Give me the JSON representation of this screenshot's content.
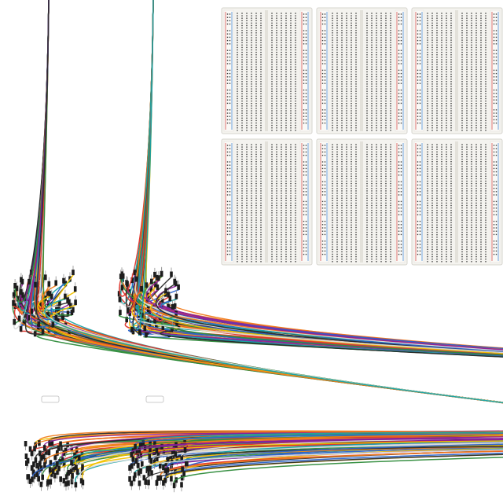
{
  "scene": {
    "background": "#ffffff",
    "breadboards": {
      "count": 6,
      "columns": 3,
      "rows": 2,
      "body_color": "#f4f3ef",
      "hole_color": "#3b3b3b",
      "rail_red": "#d9534f",
      "rail_blue": "#4a8fd8"
    },
    "jumper_wire_bundles": {
      "count": 2,
      "wire_colors": [
        "#e0352b",
        "#2e8b3a",
        "#f2c200",
        "#2a62c9",
        "#f07a1a",
        "#8a1f9c",
        "#2a2a2a",
        "#ffffff",
        "#16a3a3"
      ],
      "tie_color": "#ffffff",
      "pin_color": "#8e8e8e"
    }
  }
}
